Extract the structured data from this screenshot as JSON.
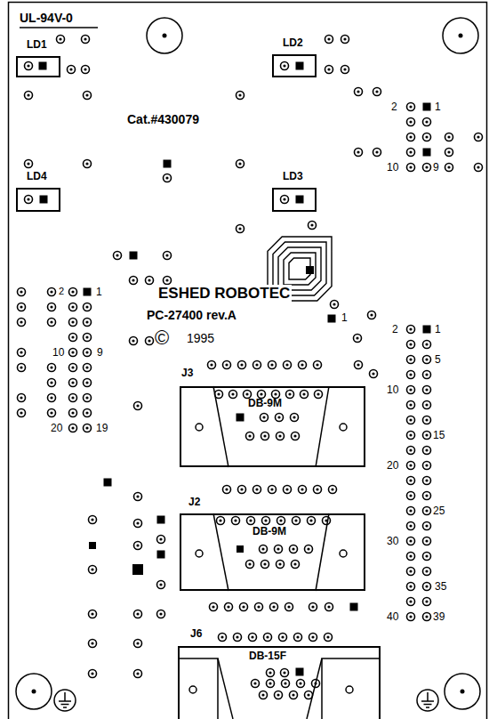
{
  "diagram": {
    "nodes": [
      {
        "text": [
          "LD1"
        ]
      },
      {
        "text": [
          "LD2"
        ]
      },
      {
        "text": [
          "LD4"
        ]
      },
      {
        "text": [
          "LD3"
        ]
      },
      {
        "text": [
          "J3",
          "DB-9M"
        ]
      },
      {
        "text": [
          "J2",
          "DB-9M"
        ]
      },
      {
        "text": [
          "J6",
          "DB-15F"
        ]
      }
    ],
    "labels": [
      "UL-94V-0",
      "Cat.#430079",
      "2",
      "1",
      "10",
      "9",
      "ESHED ROBOTEC",
      "2",
      "1",
      "PC-27400 rev.A",
      "1",
      "©",
      "1995",
      "10",
      "9",
      "20",
      "19",
      "2",
      "1",
      "5",
      "10",
      "15",
      "20",
      "25",
      "30",
      "35",
      "40",
      "39"
    ]
  }
}
